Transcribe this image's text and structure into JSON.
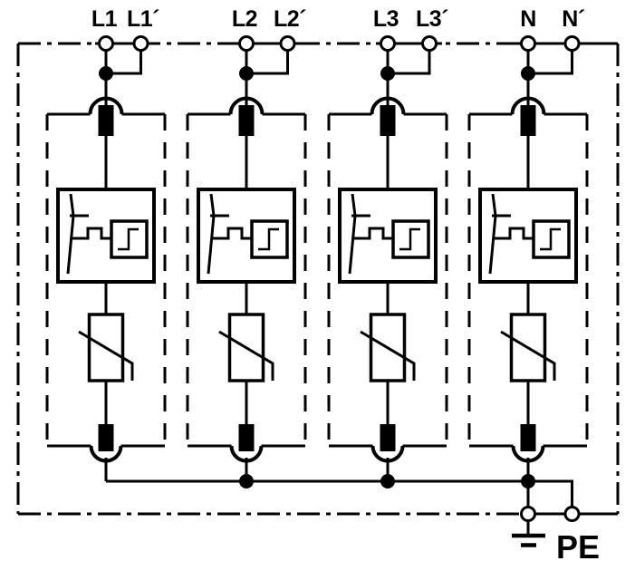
{
  "diagram": {
    "type": "surge-arrester-wiring-diagram",
    "colors": {
      "line": "#000000",
      "background": "#ffffff"
    },
    "channels": [
      {
        "label": "L1",
        "prime_label": "L1´"
      },
      {
        "label": "L2",
        "prime_label": "L2´"
      },
      {
        "label": "L3",
        "prime_label": "L3´"
      },
      {
        "label": "N",
        "prime_label": "N´"
      }
    ],
    "pe_label": "PE",
    "symbols": {
      "terminal": "open-circle-terminal",
      "junction": "filled-junction-dot",
      "disconnect": "black-bar-plug-in-contact",
      "spark_gap": "triggered-spark-gap-with-trigger-unit",
      "varistor": "varistor",
      "ground": "earth-ground-icon",
      "enclosure": "dash-dot-device-boundary",
      "module": "dashed-protection-module-box"
    }
  }
}
